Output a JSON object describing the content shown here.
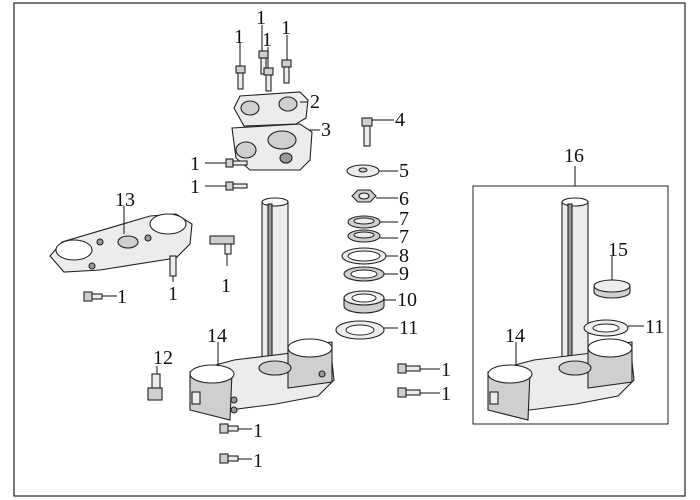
{
  "callouts": {
    "c1_bolt_a": "1",
    "c1_bolt_b": "1",
    "c1_bolt_c": "1",
    "c1_bolt_d": "1",
    "c2": "2",
    "c3": "3",
    "c4": "4",
    "c5": "5",
    "c6": "6",
    "c7_a": "7",
    "c7_b": "7",
    "c8": "8",
    "c9": "9",
    "c10": "10",
    "c11": "11",
    "c1_clamp_a": "1",
    "c1_clamp_b": "1",
    "c13": "13",
    "c1_top_a": "1",
    "c1_top_b": "1",
    "c1_mid": "1",
    "c14": "14",
    "c12": "12",
    "c1_low_a": "1",
    "c1_low_b": "1",
    "c1_right_a": "1",
    "c1_right_b": "1",
    "c16": "16",
    "c15": "15",
    "c11_inset": "11",
    "c14_inset": "14"
  }
}
